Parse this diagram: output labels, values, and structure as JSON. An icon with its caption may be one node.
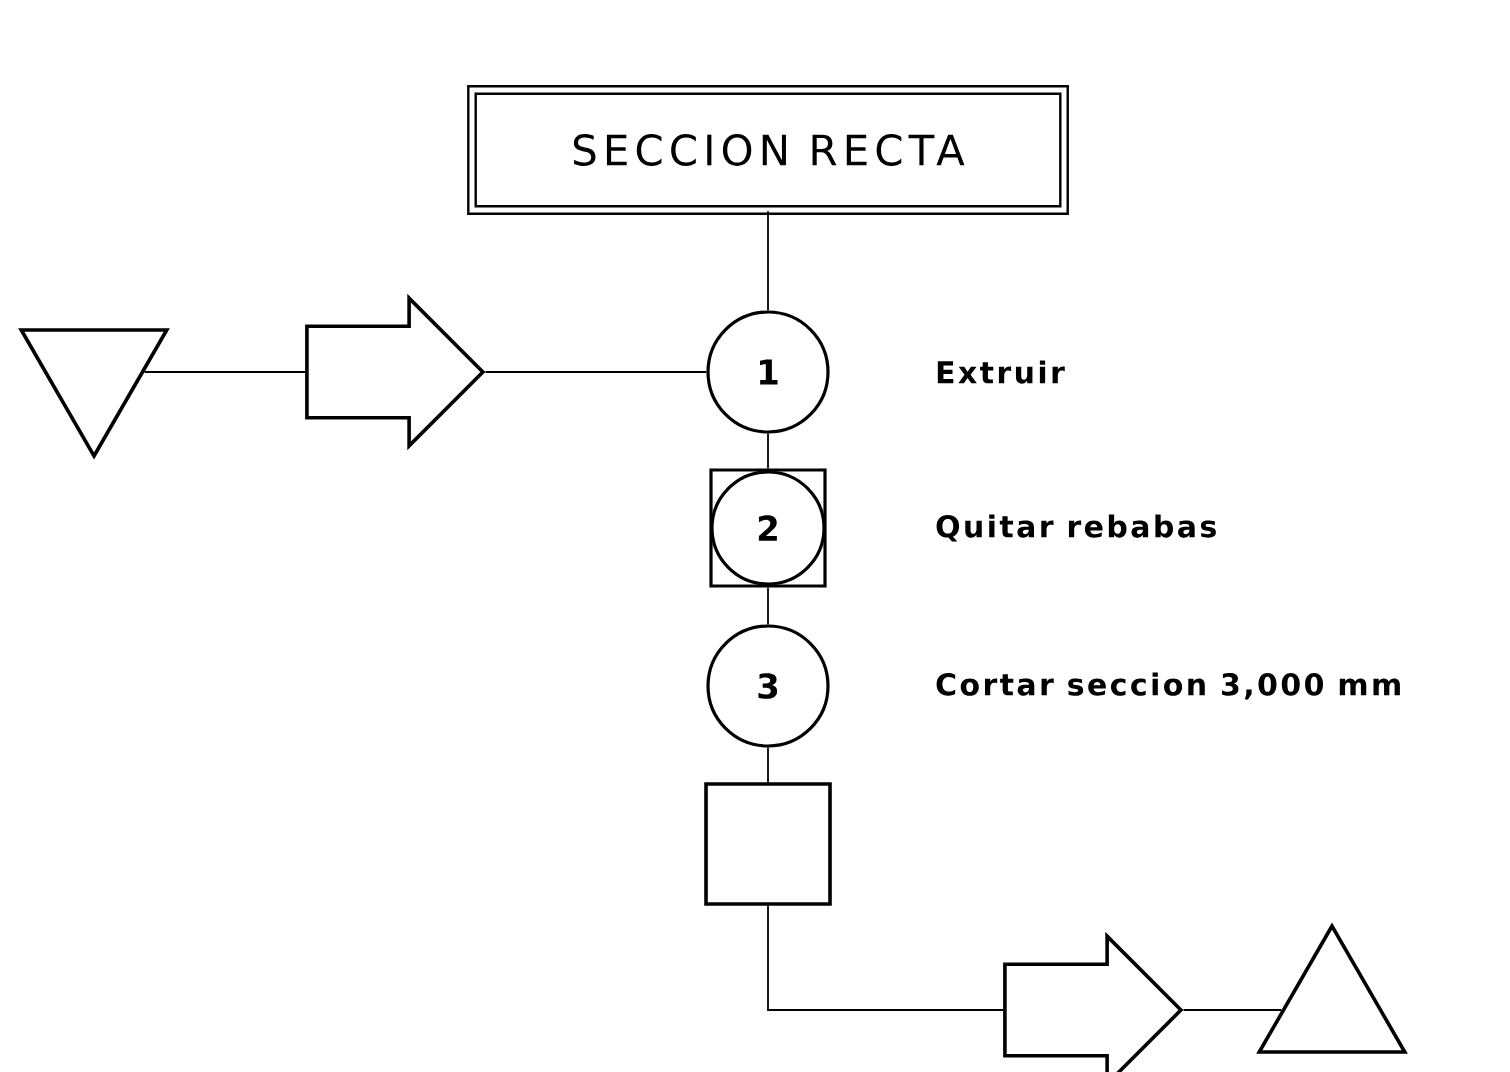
{
  "diagram": {
    "nodes": [
      {
        "text": [
          "SECCION RECTA"
        ]
      },
      {
        "text": [],
        "shape": "triangle"
      },
      {
        "text": [],
        "shape": "arrow"
      },
      {
        "text": [
          "1"
        ],
        "beside": [
          "Extruir"
        ]
      },
      {
        "text": [
          "2"
        ],
        "beside": [
          "Quitar rebabas"
        ]
      },
      {
        "text": [
          "3"
        ],
        "beside": [
          "Cortar seccion 3,000 mm"
        ]
      },
      {
        "text": [],
        "shape": "box"
      },
      {
        "text": [],
        "shape": "arrow"
      },
      {
        "text": [],
        "shape": "triangle"
      }
    ],
    "edges": [
      {
        "from": 0,
        "to": 3,
        "arrow": "none"
      },
      {
        "from": 1,
        "to": 2,
        "arrow": "none"
      },
      {
        "from": 2,
        "to": 3,
        "arrow": "none"
      },
      {
        "from": 3,
        "to": 4,
        "arrow": "none"
      },
      {
        "from": 4,
        "to": 5,
        "arrow": "none"
      },
      {
        "from": 5,
        "to": 6,
        "arrow": "none"
      },
      {
        "from": 6,
        "to": 7,
        "arrow": "none"
      },
      {
        "from": 7,
        "to": 8,
        "arrow": "none"
      }
    ]
  }
}
